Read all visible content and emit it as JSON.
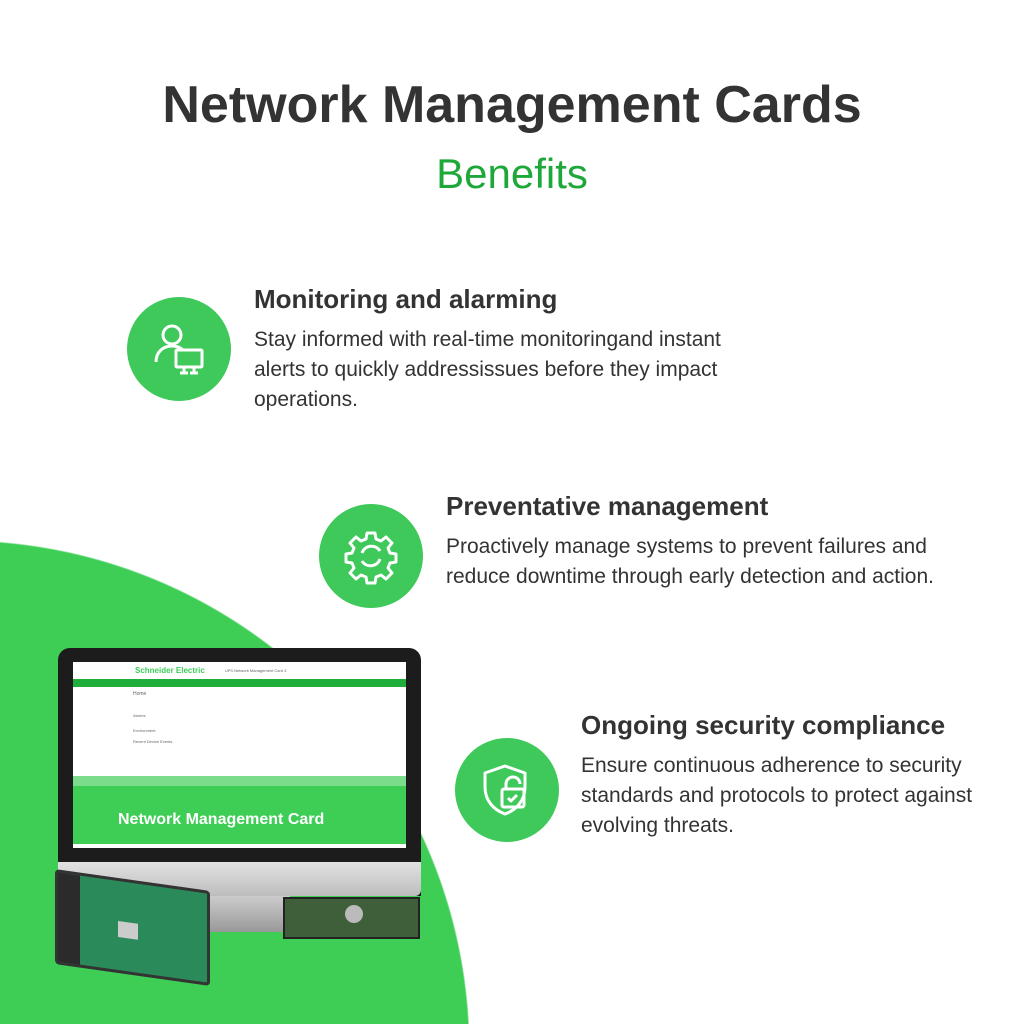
{
  "header": {
    "title": "Network Management Cards",
    "subtitle": "Benefits"
  },
  "features": [
    {
      "icon": "user-monitor-icon",
      "title": "Monitoring and alarming",
      "text": "Stay informed with real-time monitoringand instant alerts to quickly addressissues before they impact operations."
    },
    {
      "icon": "gear-refresh-icon",
      "title": "Preventative management",
      "text": "Proactively manage systems to prevent failures and reduce downtime through early detection and action."
    },
    {
      "icon": "shield-lock-icon",
      "title": "Ongoing security compliance",
      "text": "Ensure continuous adherence to security standards and protocols to protect against evolving threats."
    }
  ],
  "screen": {
    "logo": "Schneider Electric",
    "app": "UPS Network Management Card 3",
    "page": "Home",
    "alarms": "Alarms",
    "env": "Environment",
    "events": "Recent Device Events",
    "banner": "Network Management Card"
  },
  "colors": {
    "green": "#3ecd55",
    "title_green": "#1fa83a",
    "text": "#333333"
  }
}
